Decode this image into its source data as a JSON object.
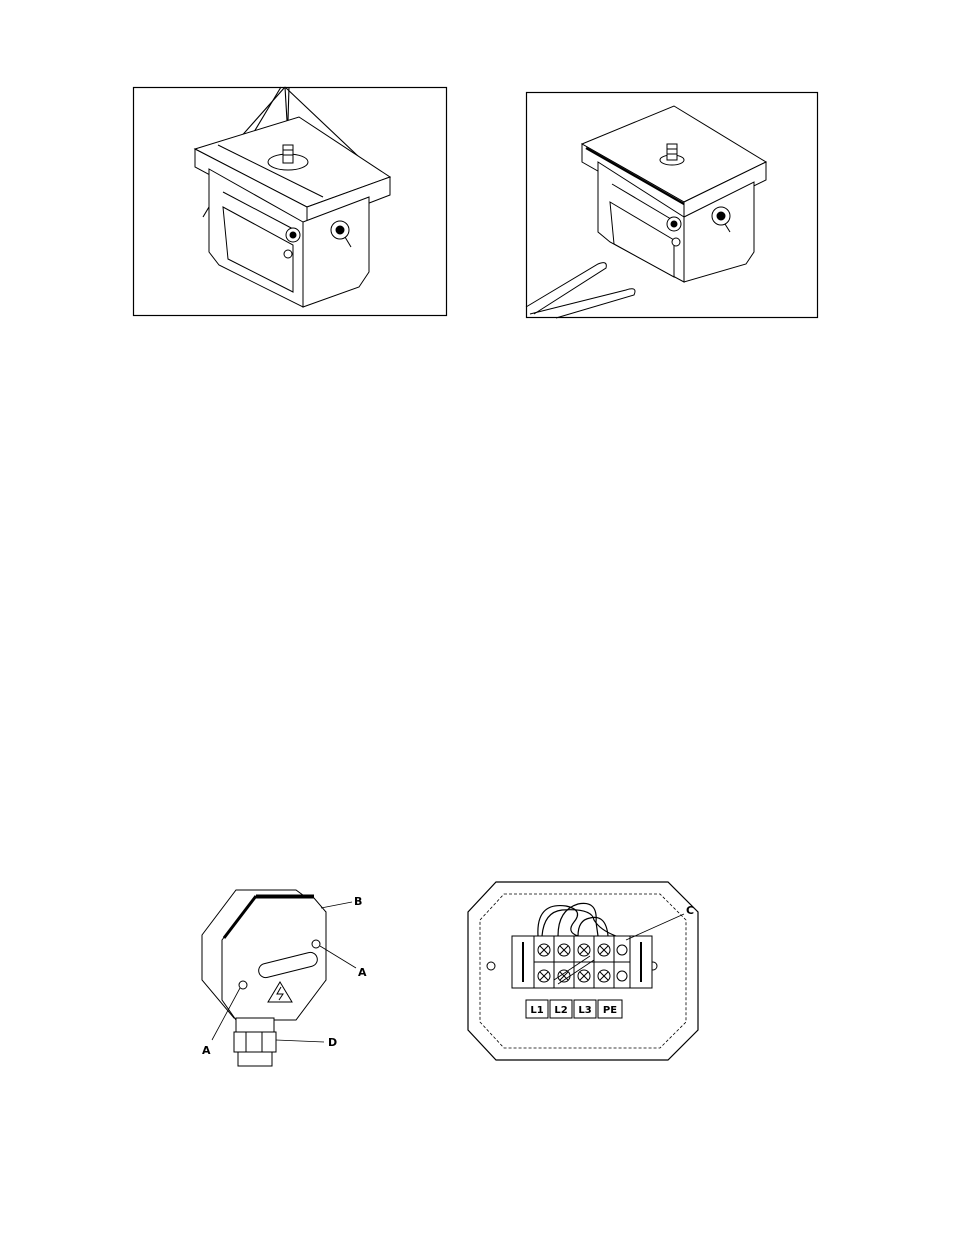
{
  "figures": {
    "junction_box": {
      "labels": {
        "b": "B",
        "a_right": "A",
        "a_left": "A",
        "d": "D"
      }
    },
    "terminal_box": {
      "label_c": "C",
      "terminals": [
        "L1",
        "L2",
        "L3",
        "PE"
      ]
    }
  }
}
